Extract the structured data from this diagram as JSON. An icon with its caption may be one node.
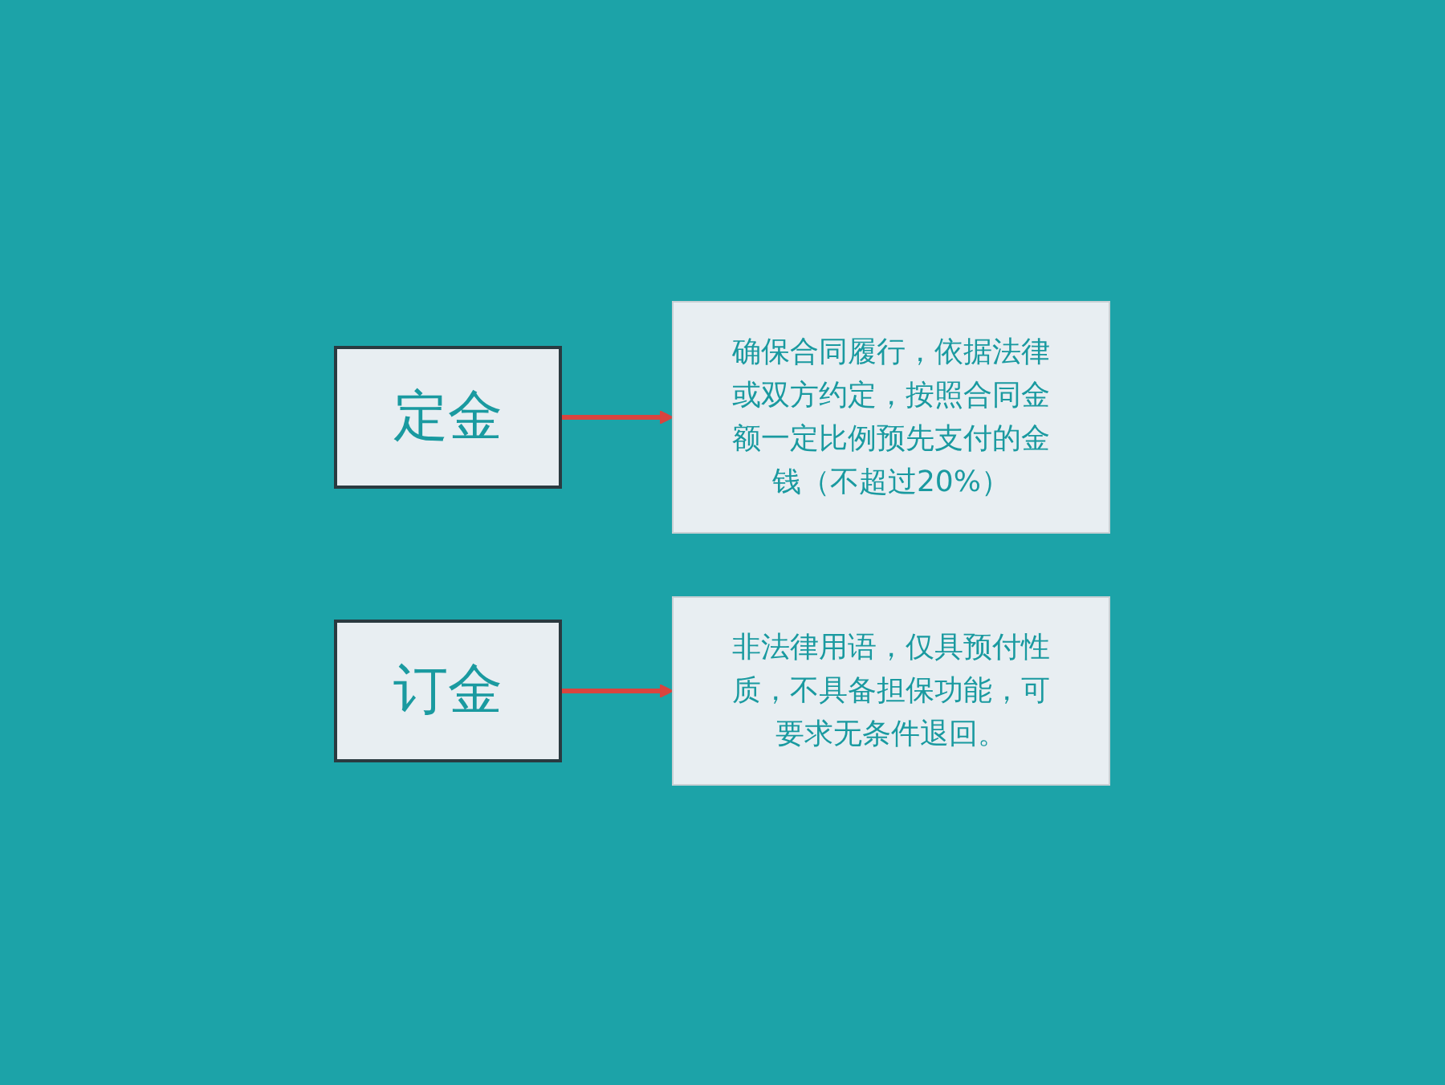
{
  "diagram": {
    "nodes": [
      {
        "text": [
          "确保合同履行，依据法律或双方约定，按照合同金额一定比例预先支付的金钱（不超过20%）"
        ]
      },
      {
        "text": [
          "定金"
        ]
      },
      {
        "text": [
          "订金"
        ]
      },
      {
        "text": [
          "非法律用语，仅具预付性质，不具备担保功能，可要求无条件退回。"
        ]
      }
    ],
    "edges": [
      {
        "from": 1,
        "to": 0,
        "arrow": "to"
      },
      {
        "from": 2,
        "to": 3,
        "arrow": "to"
      }
    ]
  }
}
